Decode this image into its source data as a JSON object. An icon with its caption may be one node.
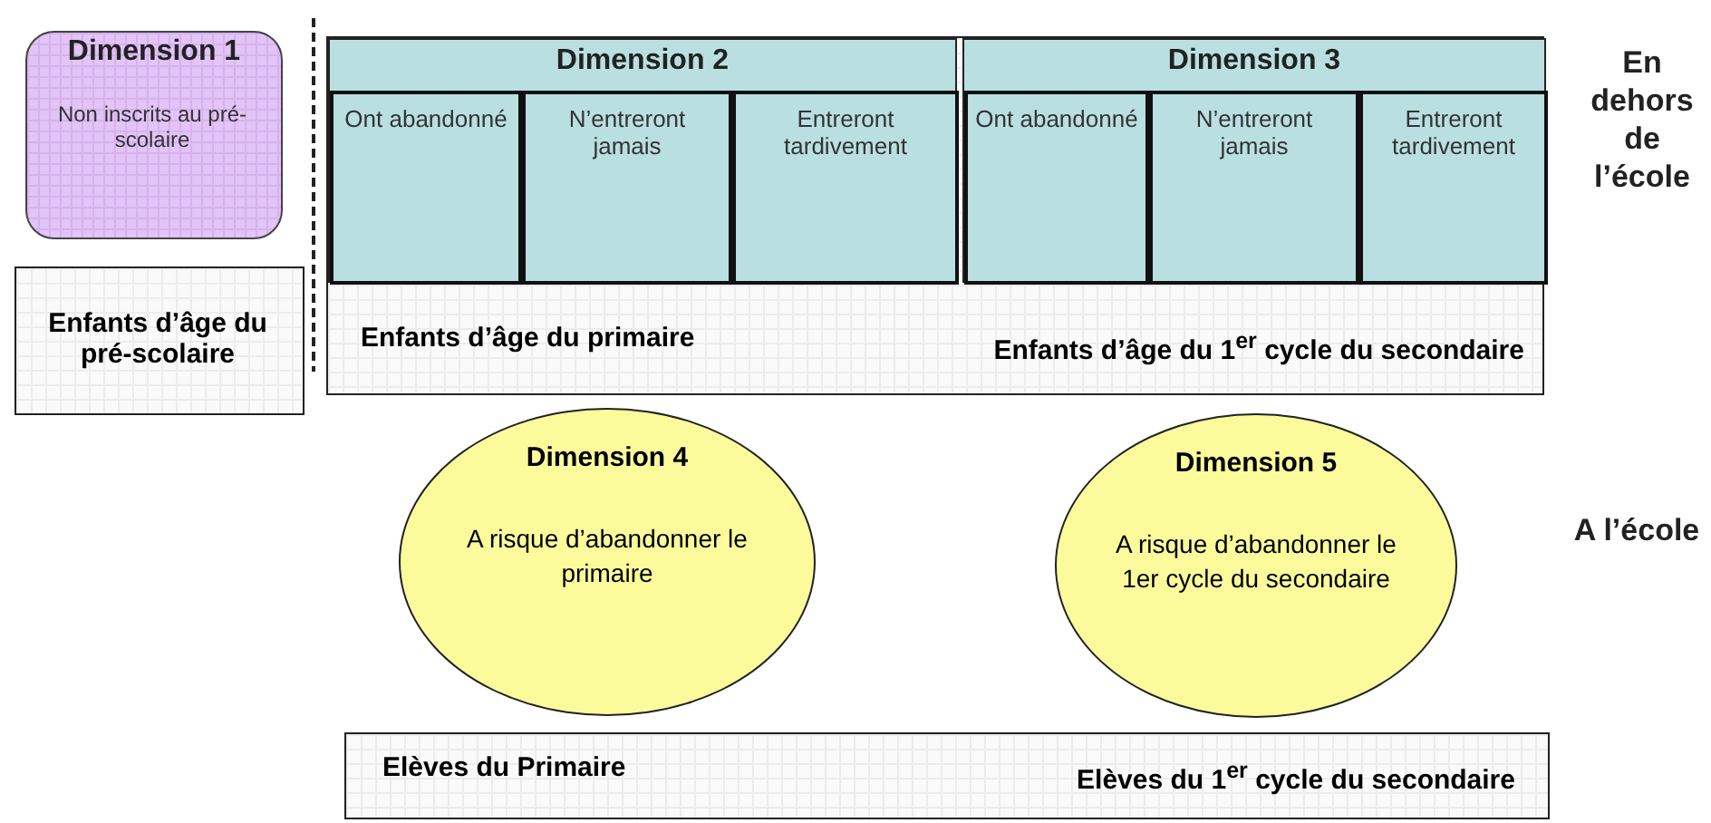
{
  "diagram": {
    "nodes": [
      {
        "text": [
          "Dimension 1",
          "Non inscrits au pré-scolaire"
        ]
      },
      {
        "text": [
          "Enfants d’âge du pré-scolaire"
        ]
      },
      {
        "text": [
          "Enfants d’âge du primaire",
          "Enfants d’âge du 1$^{er}$ cycle du secondaire"
        ]
      },
      {
        "text": [
          "Dimension 2"
        ],
        "in": 2
      },
      {
        "text": [
          "Ont abandonné"
        ],
        "in": 3
      },
      {
        "text": [
          "N’entreront jamais"
        ],
        "in": 3
      },
      {
        "text": [
          "Entreront tardivement"
        ],
        "in": 3
      },
      {
        "text": [
          "Dimension 3"
        ],
        "in": 2
      },
      {
        "text": [
          "Ont abandonné"
        ],
        "in": 7
      },
      {
        "text": [
          "N’entreront jamais"
        ],
        "in": 7
      },
      {
        "text": [
          "Entreront tardivement"
        ],
        "in": 7
      },
      {
        "text": [
          "Dimension 4",
          "A risque d’abandonner le primaire"
        ]
      },
      {
        "text": [
          "Dimension 5",
          "A risque d’abandonner le 1er cycle du secondaire"
        ]
      },
      {
        "text": [
          "Elèves du Primaire",
          "Elèves du 1$^{er}$ cycle du secondaire"
        ]
      }
    ],
    "labels": [
      "En dehors de l’école",
      "A l’école"
    ]
  }
}
